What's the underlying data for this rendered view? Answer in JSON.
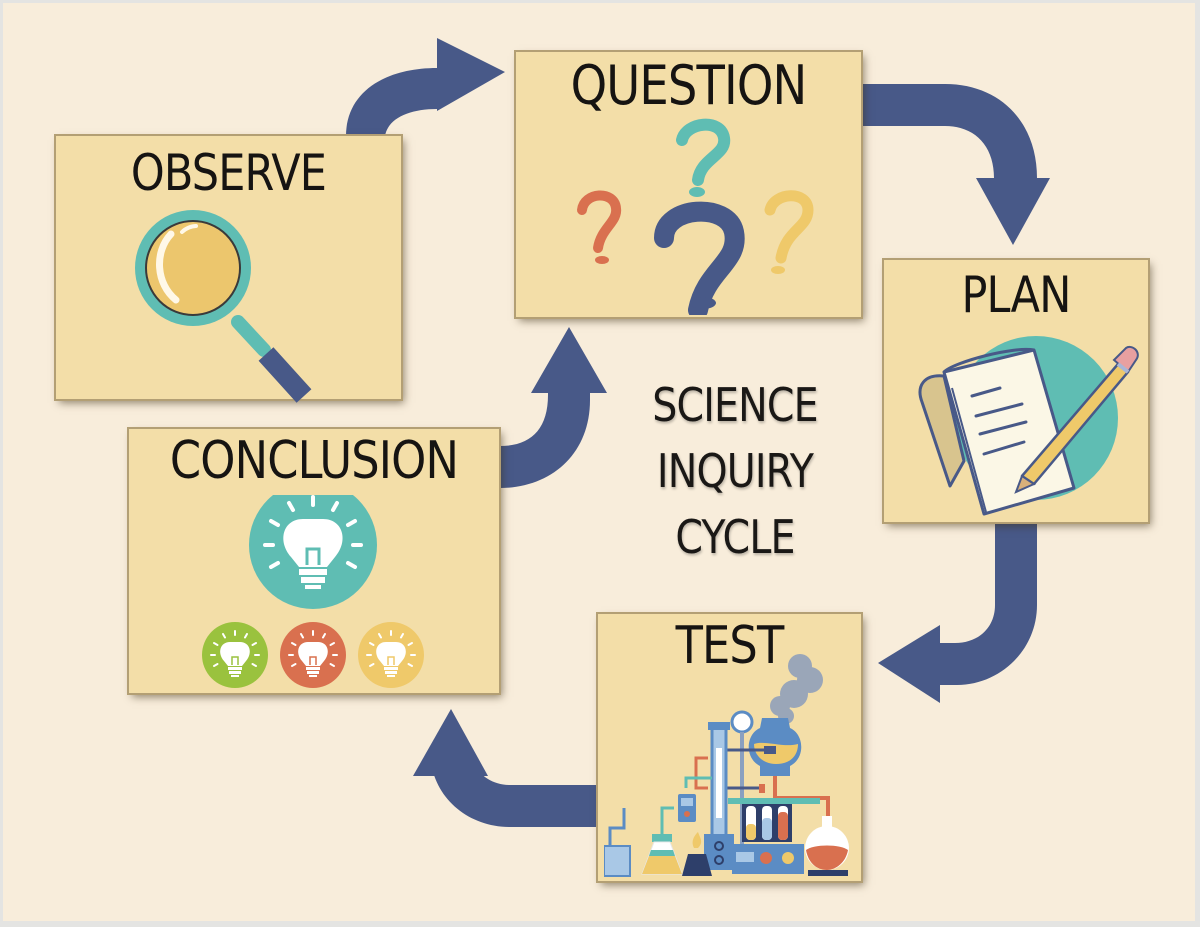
{
  "diagram": {
    "title_lines": [
      "SCIENCE",
      "INQUIRY",
      "CYCLE"
    ],
    "colors": {
      "background": "#f8eddb",
      "card": "#f3dea8",
      "arrow": "#485988",
      "teal": "#5fbdb3",
      "orange": "#d9704f",
      "yellow": "#efc96a",
      "green": "#9ac23e"
    },
    "stages": [
      {
        "id": "observe",
        "label": "OBSERVE",
        "icon": "magnifying-glass-icon",
        "order": 1
      },
      {
        "id": "question",
        "label": "QUESTION",
        "icon": "question-marks-icon",
        "order": 2
      },
      {
        "id": "plan",
        "label": "PLAN",
        "icon": "notepad-pencil-icon",
        "order": 3
      },
      {
        "id": "test",
        "label": "TEST",
        "icon": "lab-equipment-icon",
        "order": 4
      },
      {
        "id": "conclusion",
        "label": "CONCLUSION",
        "icon": "lightbulb-icon",
        "order": 5
      }
    ],
    "flow": [
      {
        "from": "OBSERVE",
        "to": "QUESTION"
      },
      {
        "from": "QUESTION",
        "to": "PLAN"
      },
      {
        "from": "PLAN",
        "to": "TEST"
      },
      {
        "from": "TEST",
        "to": "CONCLUSION"
      },
      {
        "from": "CONCLUSION",
        "to": "QUESTION"
      }
    ]
  }
}
